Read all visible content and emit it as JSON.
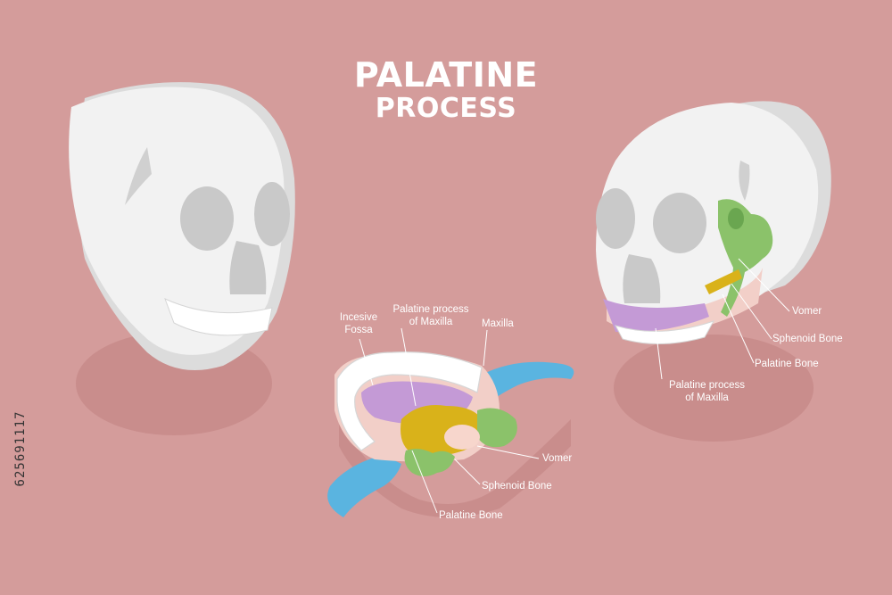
{
  "title": {
    "line1": "PALATINE",
    "line2": "PROCESS"
  },
  "labels": {
    "incisive_fossa": "Incesive\nFossa",
    "palatine_process_center": "Palatine process\nof Maxilla",
    "maxilla": "Maxilla",
    "vomer_center": "Vomer",
    "sphenoid_center": "Sphenoid Bone",
    "palatine_bone_center": "Palatine Bone",
    "vomer_right": "Vomer",
    "sphenoid_right": "Sphenoid Bone",
    "palatine_bone_right": "Palatine Bone",
    "palatine_process_right": "Palatine process\nof Maxilla"
  },
  "stock_id": "625691117",
  "colors": {
    "background": "#d49c9b",
    "skull": "#f2f2f2",
    "skull_shadow": "#c98d8c",
    "palatine_process": "#c49ad6",
    "maxilla": "#f2cfc8",
    "sphenoid": "#8bc26a",
    "palatine_bone": "#d9b21a",
    "vomer": "#f7d6cc",
    "blue_bone": "#5ab4e0"
  }
}
